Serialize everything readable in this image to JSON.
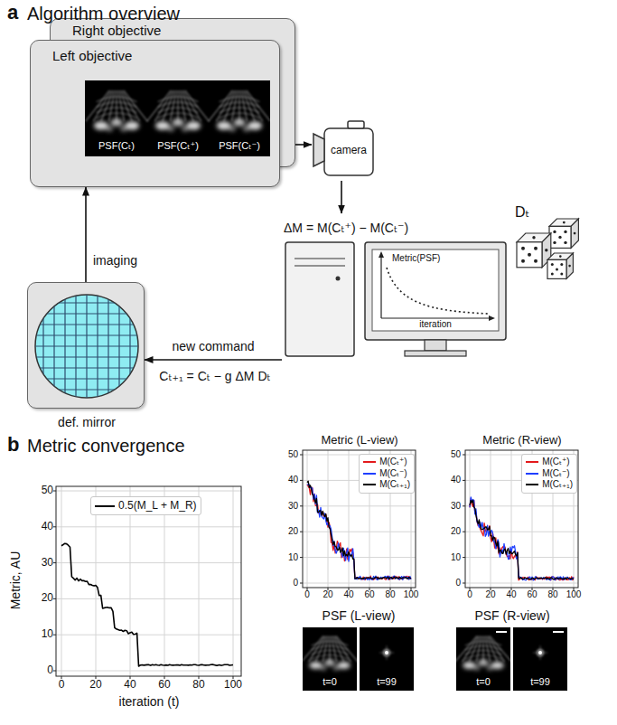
{
  "diagram": {
    "nodes": [
      {
        "text": [
          "Right objective"
        ]
      },
      {
        "text": [
          "Left objective"
        ]
      },
      {
        "text": [
          "PSF(Cₜ)"
        ],
        "in": 1
      },
      {
        "text": [
          "PSF(Cₜ⁺)"
        ],
        "in": 1
      },
      {
        "text": [
          "PSF(Cₜ⁻)"
        ],
        "in": 1
      },
      {
        "text": [
          "camera"
        ]
      },
      {
        "text": [
          "ΔM = M(Cₜ⁺) − M(Cₜ⁻)",
          "Metric(PSF)",
          "iteration"
        ]
      },
      {
        "text": [
          "Dₜ"
        ]
      },
      {
        "text": [
          "def. mirror"
        ]
      }
    ],
    "edges": [
      {
        "from": 0,
        "to": 5,
        "arrow": "to"
      },
      {
        "from": 5,
        "to": 6,
        "arrow": "to"
      },
      {
        "from": 6,
        "to": 8,
        "arrow": "to",
        "label": "new command"
      },
      {
        "from": 8,
        "to": 1,
        "arrow": "to",
        "label": "imaging"
      }
    ],
    "labels": [
      "a",
      "Algorithm overview",
      "Cₜ₊₁ = Cₜ − g ΔM Dₜ",
      "b",
      "Metric convergence",
      "Metric, AU",
      "0",
      "10",
      "20",
      "30",
      "40",
      "50",
      "0",
      "20",
      "40",
      "60",
      "80",
      "100",
      "iteration (t)",
      "Metric (L-view)",
      "0",
      "10",
      "20",
      "30",
      "40",
      "50",
      "0",
      "20",
      "40",
      "60",
      "80",
      "100",
      "Metric (R-view)",
      "0",
      "10",
      "20",
      "30",
      "40",
      "50",
      "0",
      "20",
      "40",
      "60",
      "80",
      "100",
      "PSF (L-view)",
      "t=0",
      "t=99",
      "PSF (R-view)",
      "t=0",
      "t=99"
    ],
    "legend": [
      {
        "text": "0.5(M_L + M_R)"
      },
      {
        "text": "M(Cₜ⁺)"
      },
      {
        "text": "M(Cₜ⁻)"
      },
      {
        "text": "M(Cₜ₊₁)"
      },
      {
        "text": "M(Cₜ⁺)"
      },
      {
        "text": "M(Cₜ⁻)"
      },
      {
        "text": "M(Cₜ₊₁)"
      }
    ]
  }
}
